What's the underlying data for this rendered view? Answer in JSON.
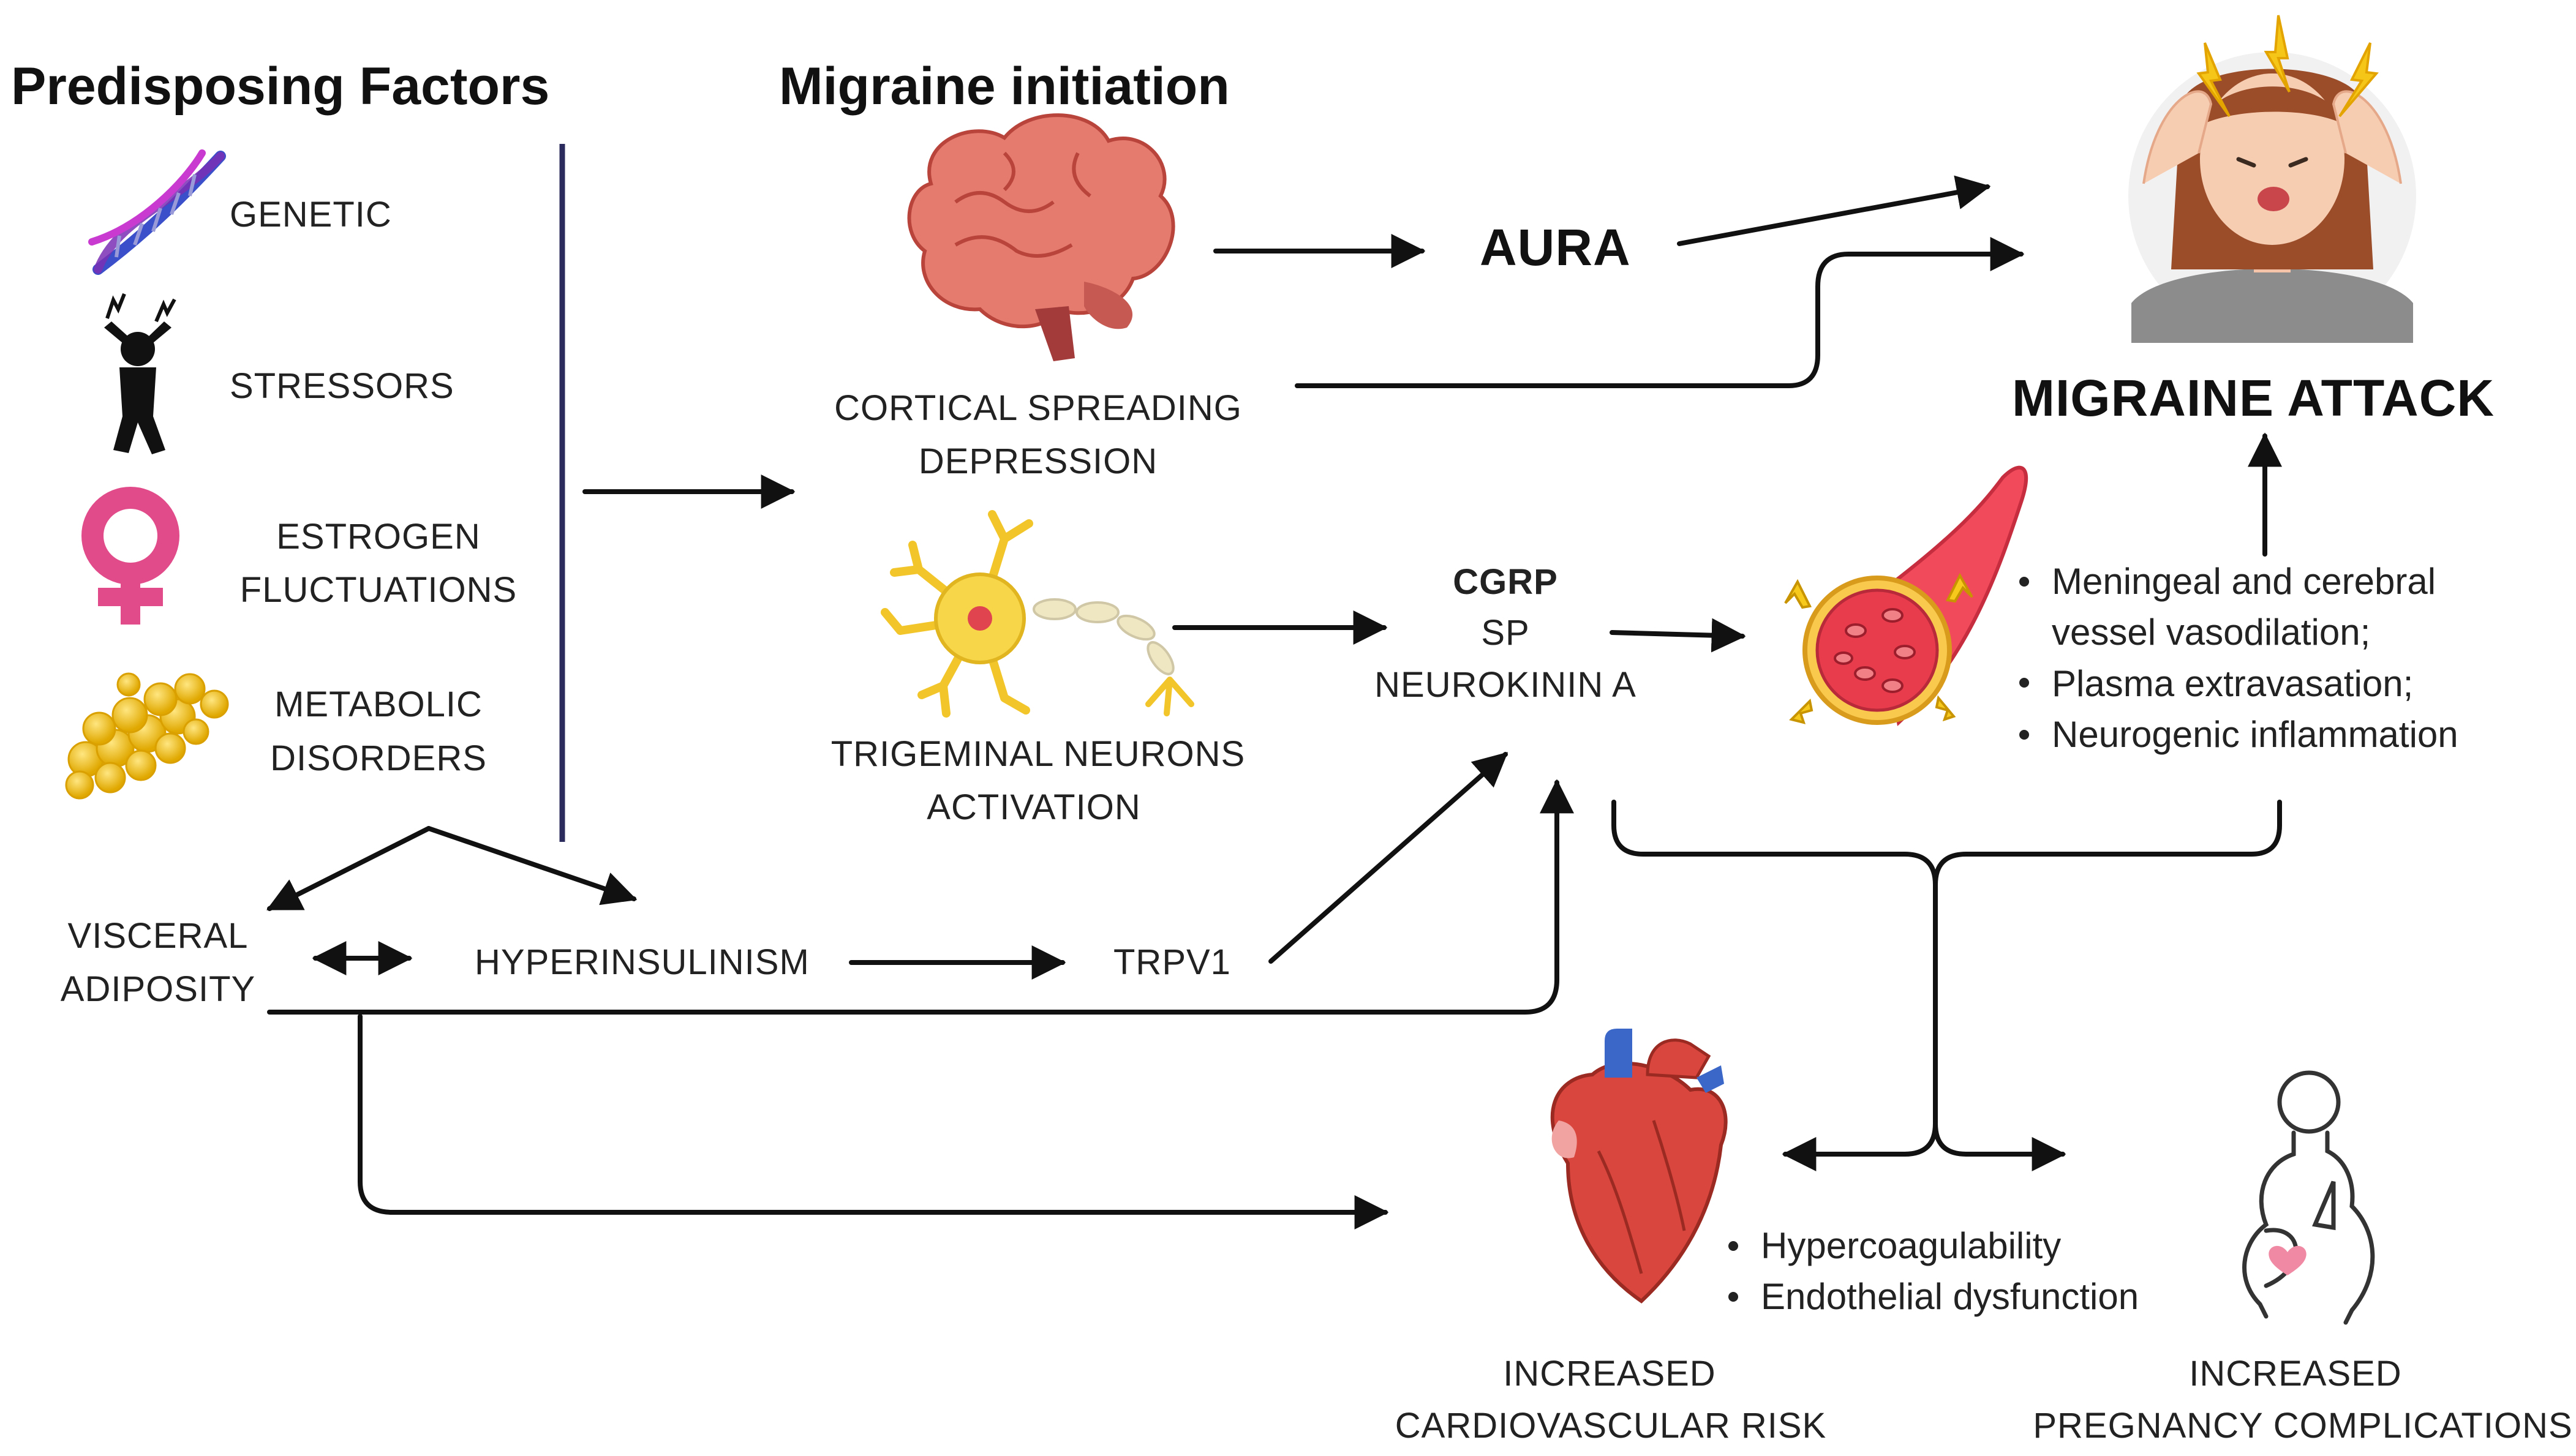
{
  "headings": {
    "predisposing": "Predisposing Factors",
    "initiation": "Migraine initiation"
  },
  "factors": {
    "genetic": "GENETIC",
    "stressors": "STRESSORS",
    "estrogen_1": "ESTROGEN",
    "estrogen_2": "FLUCTUATIONS",
    "metabolic_1": "METABOLIC",
    "metabolic_2": "DISORDERS"
  },
  "initiation": {
    "csd_1": "CORTICAL SPREADING",
    "csd_2": "DEPRESSION",
    "aura": "AURA",
    "trig_1": "TRIGEMINAL NEURONS",
    "trig_2": "ACTIVATION"
  },
  "neuropeptides": {
    "cgrp": "CGRP",
    "sp": "SP",
    "nka": "NEUROKININ A"
  },
  "attack": {
    "title": "MIGRAINE ATTACK",
    "effects": [
      "Meningeal and cerebral",
      "vessel vasodilation;",
      "Plasma extravasation;",
      "Neurogenic inflammation"
    ]
  },
  "metabolic": {
    "visceral_1": "VISCERAL",
    "visceral_2": "ADIPOSITY",
    "hyperinsulinism": "HYPERINSULINISM",
    "trpv1": "TRPV1"
  },
  "outcomes": {
    "cv_bullets": [
      "Hypercoagulability",
      "Endothelial dysfunction"
    ],
    "cv_1": "INCREASED",
    "cv_2": "CARDIOVASCULAR RISK",
    "preg_1": "INCREASED",
    "preg_2": "PREGNANCY COMPLICATIONS"
  },
  "icons": [
    "dna-icon",
    "stressed-person-icon",
    "venus-symbol-icon",
    "fat-cells-icon",
    "brain-icon",
    "neuron-icon",
    "woman-headache-icon",
    "blood-vessel-icon",
    "heart-icon",
    "pregnant-woman-icon"
  ],
  "colors": {
    "ink": "#111111",
    "divider": "#2b2b5e",
    "brain": "#e57a6e",
    "neuron": "#f7d64a",
    "vessel": "#f14a5b",
    "venus": "#e14b8a",
    "fat": "#f2c21b",
    "heart": "#d9463d"
  }
}
